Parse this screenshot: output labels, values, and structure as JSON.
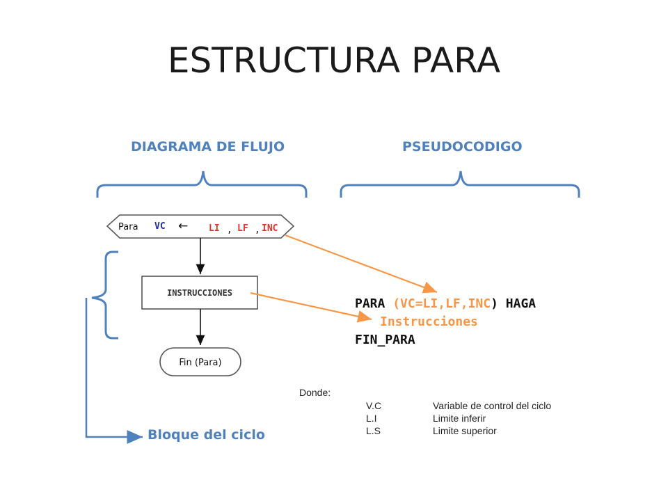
{
  "title": "ESTRUCTURA PARA",
  "sections": {
    "flow": "DIAGRAMA DE FLUJO",
    "pseudo": "PSEUDOCODIGO"
  },
  "flowchart": {
    "start_word": "Para",
    "var": "VC",
    "arrow": "←",
    "li": "LI",
    "comma1": ",",
    "lf": "LF",
    "comma2": ",",
    "inc": "INC",
    "instructions": "INSTRUCCIONES",
    "end": "Fin (Para)"
  },
  "pseudocode": {
    "para": "PARA",
    "open": "(",
    "cond": "VC=LI,LF,INC",
    "close": ")",
    "haga": "HAGA",
    "instr": "Instrucciones",
    "fin": "FIN_PARA"
  },
  "legend": {
    "heading": "Donde:",
    "rows": [
      {
        "abbr": "V.C",
        "desc": "Variable de control del ciclo"
      },
      {
        "abbr": "L.I",
        "desc": "Limite inferir"
      },
      {
        "abbr": "L.S",
        "desc": "Limite superior"
      }
    ]
  },
  "loop_block_label": "Bloque del ciclo",
  "colors": {
    "accent_blue": "#4f81bd",
    "accent_orange": "#f79646",
    "red": "#e8302a",
    "navy": "#1f2fa8"
  }
}
